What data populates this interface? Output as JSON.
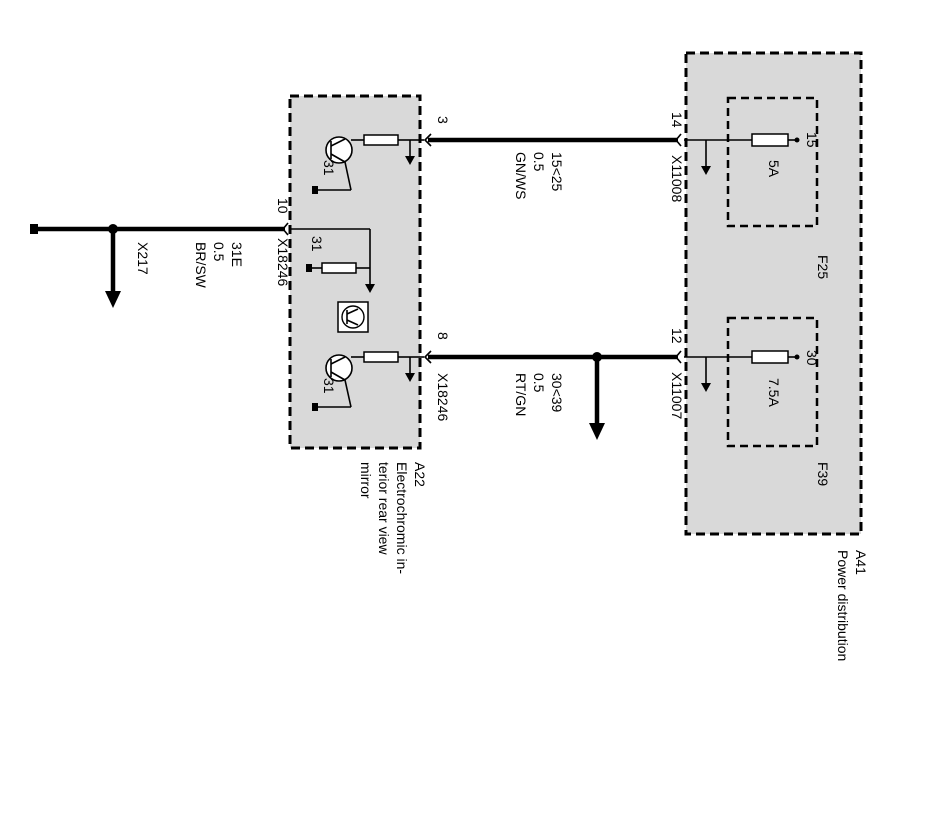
{
  "modules": {
    "a22": {
      "id": "A22",
      "desc": [
        "Electrochromic in-",
        "terior rear view",
        "mirror"
      ]
    },
    "a41": {
      "id": "A41",
      "desc": [
        "Power distribution"
      ]
    }
  },
  "fuses": {
    "f25": {
      "id": "F25",
      "rating": "5A",
      "pin": "15"
    },
    "f39": {
      "id": "F39",
      "rating": "7.5A",
      "pin": "30"
    }
  },
  "connectors": {
    "x18246_top": "X18246",
    "x18246_bottom": "X18246",
    "x11008": "X11008",
    "x11007": "X11007",
    "x217": "X217"
  },
  "pins": {
    "p3": "3",
    "p8": "8",
    "p10": "10",
    "p14": "14",
    "p12": "12"
  },
  "grounds": [
    "31",
    "31",
    "31"
  ],
  "wires": {
    "left": [
      "31E",
      "0.5",
      "BR/SW"
    ],
    "upper": [
      "15<25",
      "0.5",
      "GN/WS"
    ],
    "lower": [
      "30<39",
      "0.5",
      "RT/GN"
    ]
  }
}
